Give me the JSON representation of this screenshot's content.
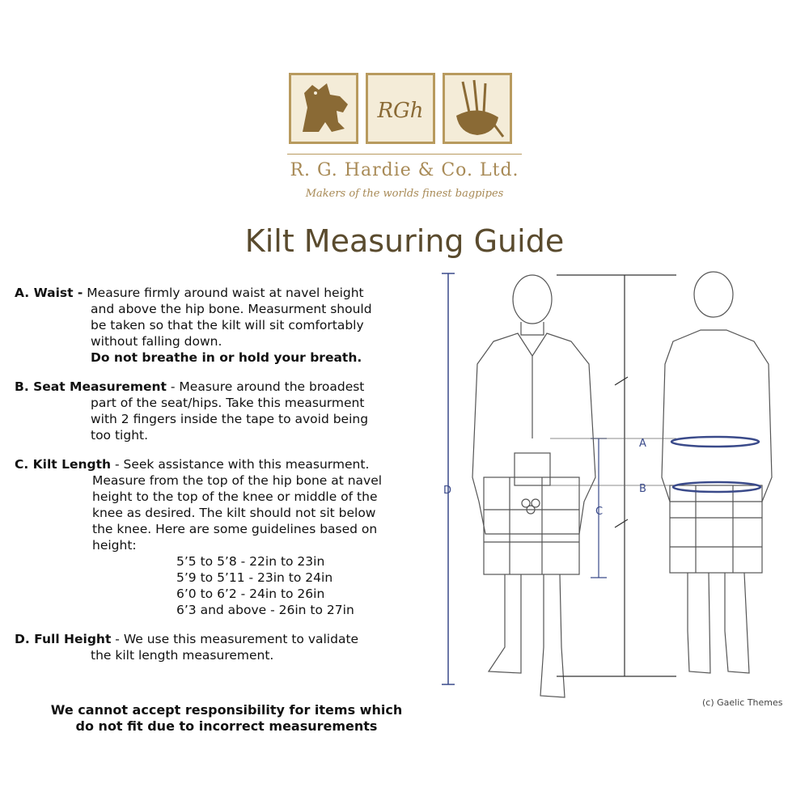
{
  "logo": {
    "monogram": "RGh",
    "company": "R. G. Hardie & Co. Ltd.",
    "tagline": "Makers of the worlds finest bagpipes",
    "icons": [
      "lion-icon",
      "monogram-icon",
      "bagpipe-icon"
    ],
    "color": "#a88a56"
  },
  "title": "Kilt Measuring Guide",
  "sections": {
    "a": {
      "label": "A. Waist -",
      "lines": [
        "Measure firmly around waist at navel height",
        "and above the hip bone. Measurment should",
        "be taken so that the kilt will sit comfortably",
        "without falling down."
      ],
      "bold": "Do not breathe in or hold your breath."
    },
    "b": {
      "label": "B. Seat Measurement",
      "lines": [
        " - Measure around the broadest",
        "part of the seat/hips. Take this measurment",
        "with 2 fingers inside the tape to avoid being",
        "too tight."
      ]
    },
    "c": {
      "label": "C. Kilt Length",
      "lines": [
        " - Seek assistance with this measurment.",
        "Measure from the top of the hip bone at navel",
        "height to the top of the knee or middle of the",
        "knee as desired. The kilt should not sit below",
        "the knee. Here are some guidelines based on",
        "height:"
      ],
      "heights": [
        "5’5 to 5’8 - 22in to 23in",
        "5’9 to 5’11 - 23in to 24in",
        "6’0 to 6’2 - 24in to 26in",
        "6’3 and above - 26in to 27in"
      ]
    },
    "d": {
      "label": "D. Full Height",
      "lines": [
        " - We use this measurement to validate",
        "the kilt length measurement."
      ]
    }
  },
  "disclaimer": [
    "We cannot accept responsibility for items which",
    "do not fit due to incorrect measurements"
  ],
  "figure": {
    "labels": {
      "a": "A",
      "b": "B",
      "c": "C",
      "d": "D"
    },
    "credit": "(c) Gaelic Themes",
    "line_color": "#3a4a8a"
  }
}
